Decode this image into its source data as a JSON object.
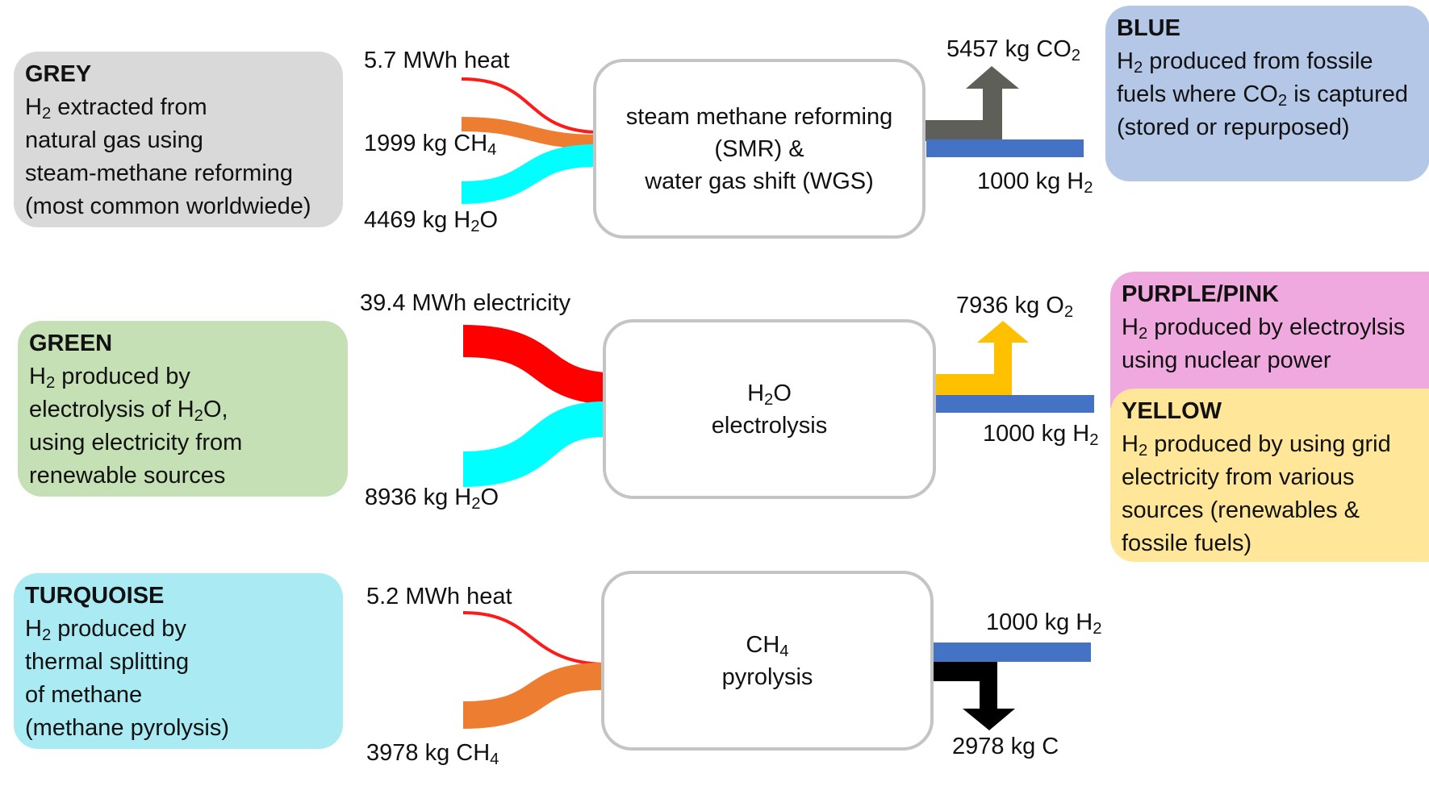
{
  "colors": {
    "heat": "#ff1a1a",
    "electricity": "#ff0000",
    "methane": "#ed7d31",
    "water": "#00ffff",
    "hydrogen": "#4472c4",
    "co2": "#5f5f5a",
    "oxygen": "#ffc000",
    "carbon": "#000000",
    "grey_box": "#d9d9d9",
    "blue_box": "#b4c7e7",
    "green_box": "#c5e0b4",
    "pink_box": "#f0a9de",
    "yellow_box": "#ffe699",
    "turquoise_box": "#a9eaf3",
    "process_border": "#c4c4c4"
  },
  "colour_boxes": {
    "grey": {
      "title": "GREY",
      "lines": [
        "H₂ extracted from",
        "natural gas using",
        "steam-methane reforming",
        "(most common worldwiede)"
      ]
    },
    "blue": {
      "title": "BLUE",
      "lines": [
        "H₂ produced from fossile",
        "fuels where CO₂ is captured",
        "(stored or repurposed)"
      ]
    },
    "green": {
      "title": "GREEN",
      "lines": [
        "H₂ produced by",
        "electrolysis of H₂O,",
        "using electricity from",
        "renewable sources"
      ]
    },
    "purple_pink": {
      "title": "PURPLE/PINK",
      "lines": [
        "H₂ produced by electroylsis",
        "using nuclear power"
      ]
    },
    "yellow": {
      "title": "YELLOW",
      "lines": [
        "H₂ produced by using grid",
        "electricity from various",
        "sources (renewables &",
        "fossile fuels)"
      ]
    },
    "turquoise": {
      "title": "TURQUOISE",
      "lines": [
        "H₂ produced by",
        "thermal splitting",
        "of methane",
        "(methane pyrolysis)"
      ]
    }
  },
  "processes": {
    "smr": {
      "lines": [
        "steam methane reforming",
        "(SMR) &",
        "water gas shift (WGS)"
      ],
      "inputs": {
        "heat": "5.7 MWh heat",
        "methane": "1999 kg CH₄",
        "water": "4469 kg H₂O"
      },
      "outputs": {
        "co2": "5457 kg CO₂",
        "hydrogen": "1000 kg H₂"
      }
    },
    "electrolysis": {
      "lines": [
        "H₂O",
        "electrolysis"
      ],
      "inputs": {
        "electricity": "39.4 MWh electricity",
        "water": "8936 kg H₂O"
      },
      "outputs": {
        "oxygen": "7936 kg O₂",
        "hydrogen": "1000 kg H₂"
      }
    },
    "pyrolysis": {
      "lines": [
        "CH₄",
        "pyrolysis"
      ],
      "inputs": {
        "heat": "5.2 MWh heat",
        "methane": "3978 kg CH₄"
      },
      "outputs": {
        "hydrogen": "1000 kg H₂",
        "carbon": "2978 kg C"
      }
    }
  }
}
